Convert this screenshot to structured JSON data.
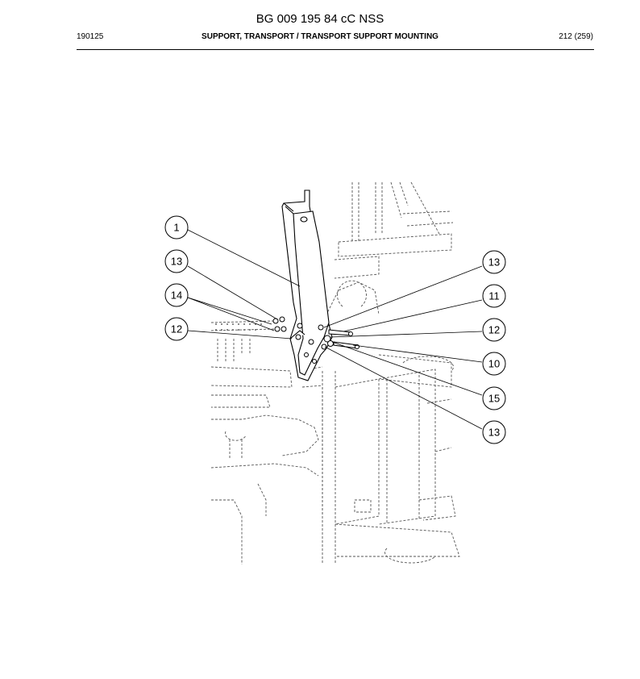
{
  "header": {
    "doc_title": "BG 009 195 84 cC NSS",
    "date_code": "190125",
    "section_title": "SUPPORT, TRANSPORT / TRANSPORT SUPPORT MOUNTING",
    "page_label": "212 (259)"
  },
  "callouts": [
    {
      "id": "c1",
      "number": "1"
    },
    {
      "id": "c2",
      "number": "13"
    },
    {
      "id": "c3",
      "number": "14"
    },
    {
      "id": "c4",
      "number": "12"
    },
    {
      "id": "c5",
      "number": "13"
    },
    {
      "id": "c6",
      "number": "11"
    },
    {
      "id": "c7",
      "number": "12"
    },
    {
      "id": "c8",
      "number": "10"
    },
    {
      "id": "c9",
      "number": "15"
    },
    {
      "id": "c10",
      "number": "13"
    }
  ]
}
